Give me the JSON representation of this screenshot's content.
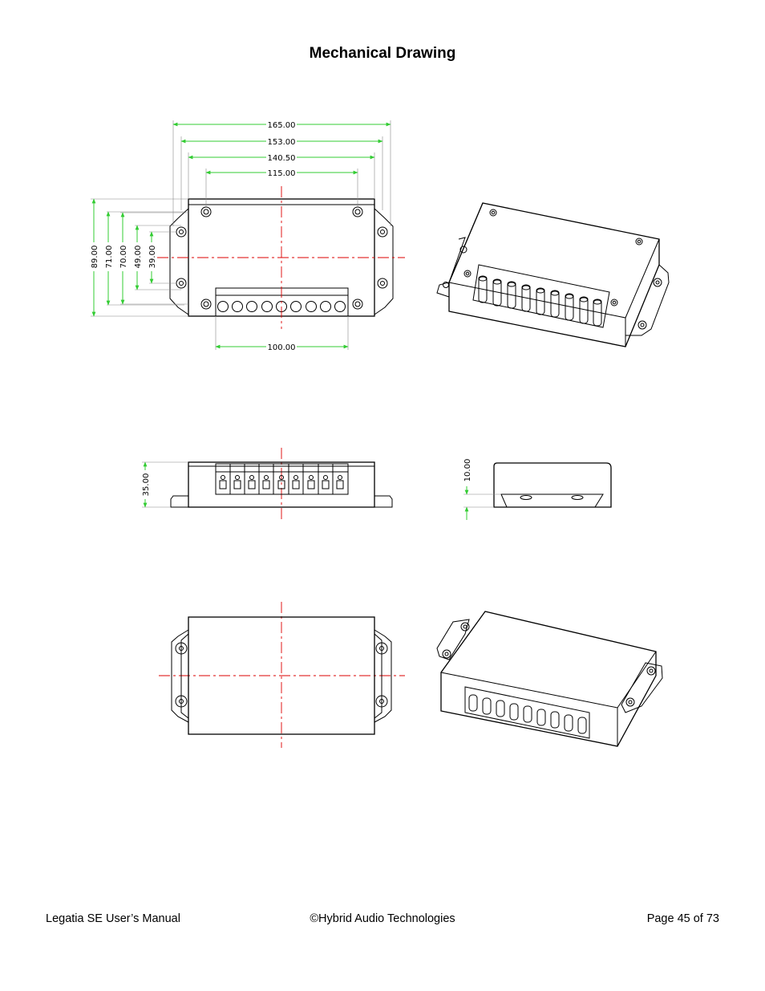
{
  "page": {
    "title": "Mechanical Drawing"
  },
  "dimensions": {
    "width_165": "165.00",
    "width_153": "153.00",
    "width_140": "140.50",
    "width_115": "115.00",
    "width_100": "100.00",
    "height_89": "89.00",
    "height_71": "71.00",
    "height_70": "70.00",
    "height_49": "49.00",
    "height_39": "39.00",
    "height_35": "35.00",
    "height_10": "10.00"
  },
  "colors": {
    "dimension_line": "#33cc33",
    "center_line": "#dd0000",
    "outline": "#000000"
  },
  "footer": {
    "left": "Legatia SE User’s Manual",
    "center": "©Hybrid Audio Technologies",
    "right": "Page 45 of 73"
  }
}
